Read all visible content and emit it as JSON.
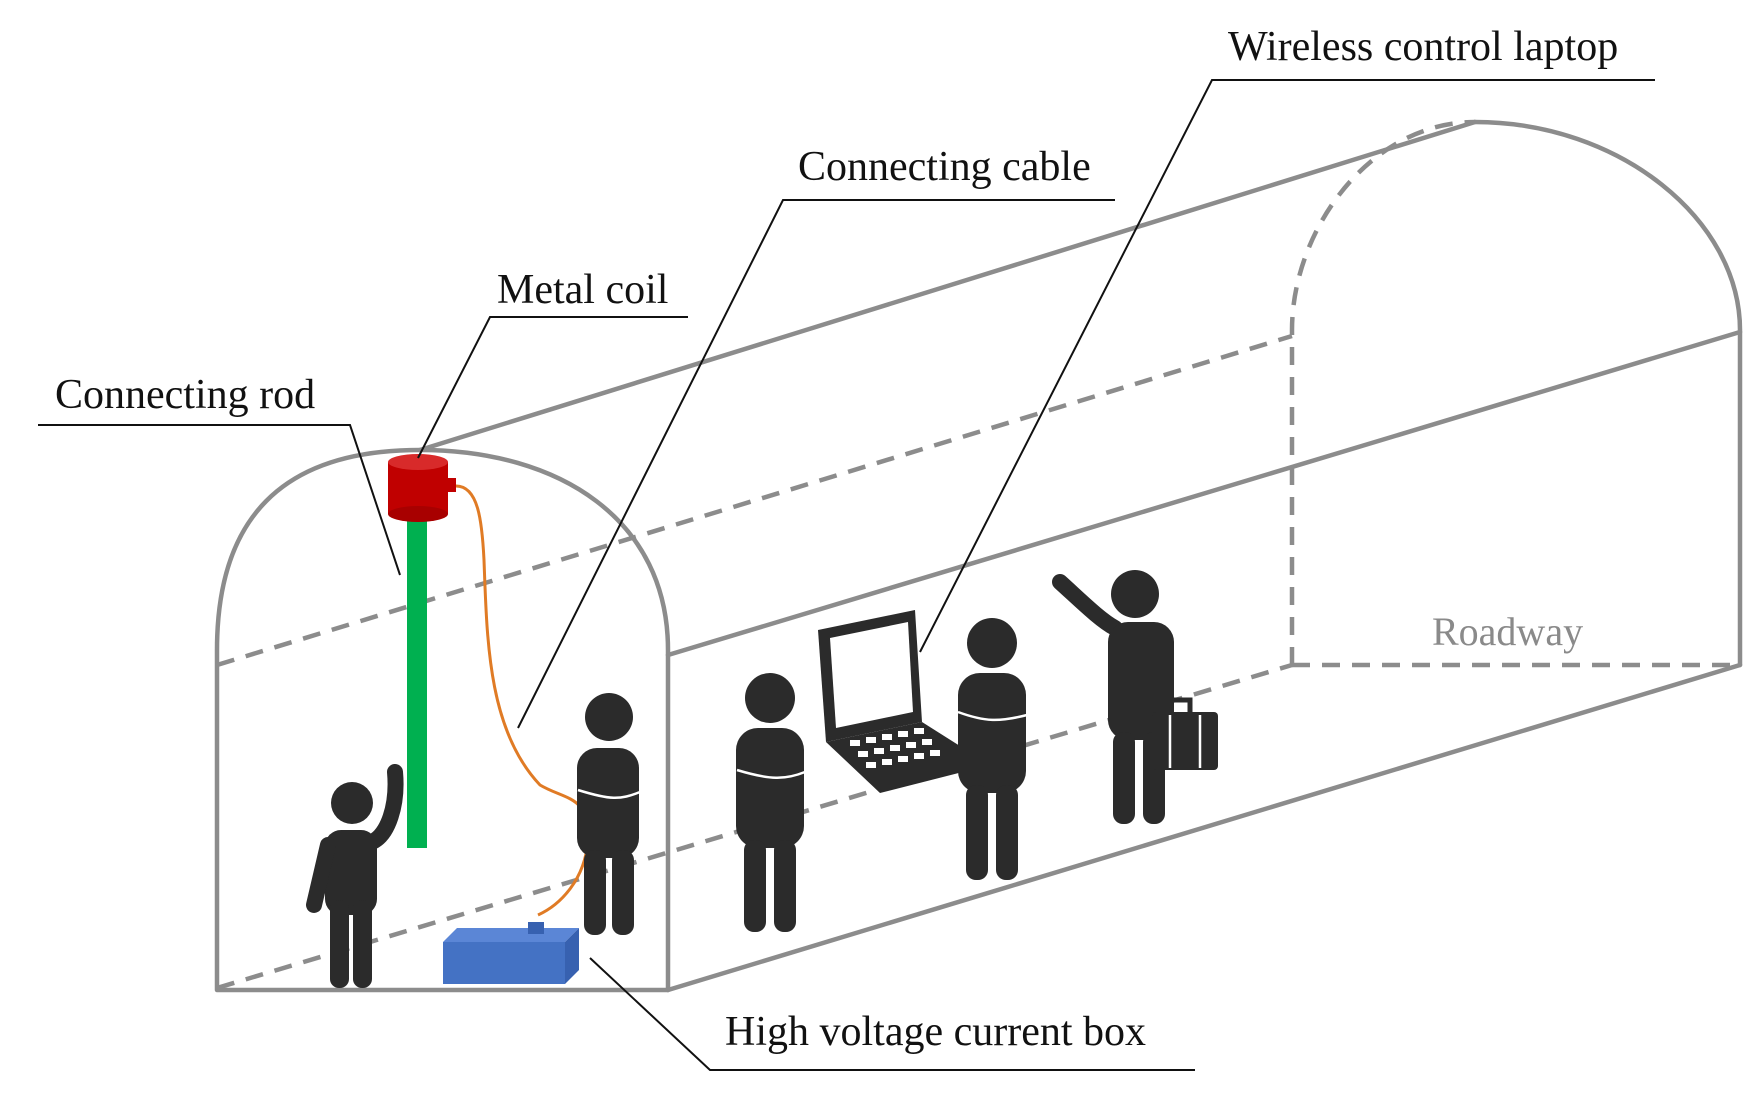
{
  "labels": {
    "wireless_laptop": "Wireless control laptop",
    "connecting_cable": "Connecting cable",
    "metal_coil": "Metal coil",
    "connecting_rod": "Connecting rod",
    "hv_box": "High voltage current box",
    "roadway": "Roadway"
  },
  "colors": {
    "coil": "#c00000",
    "rod": "#00b050",
    "box": "#4472c4",
    "cable": "#e07b25",
    "tunnel": "#8c8c8c",
    "person": "#2b2b2b"
  },
  "icons": [
    "worker-figure",
    "laptop-icon",
    "briefcase-icon"
  ]
}
